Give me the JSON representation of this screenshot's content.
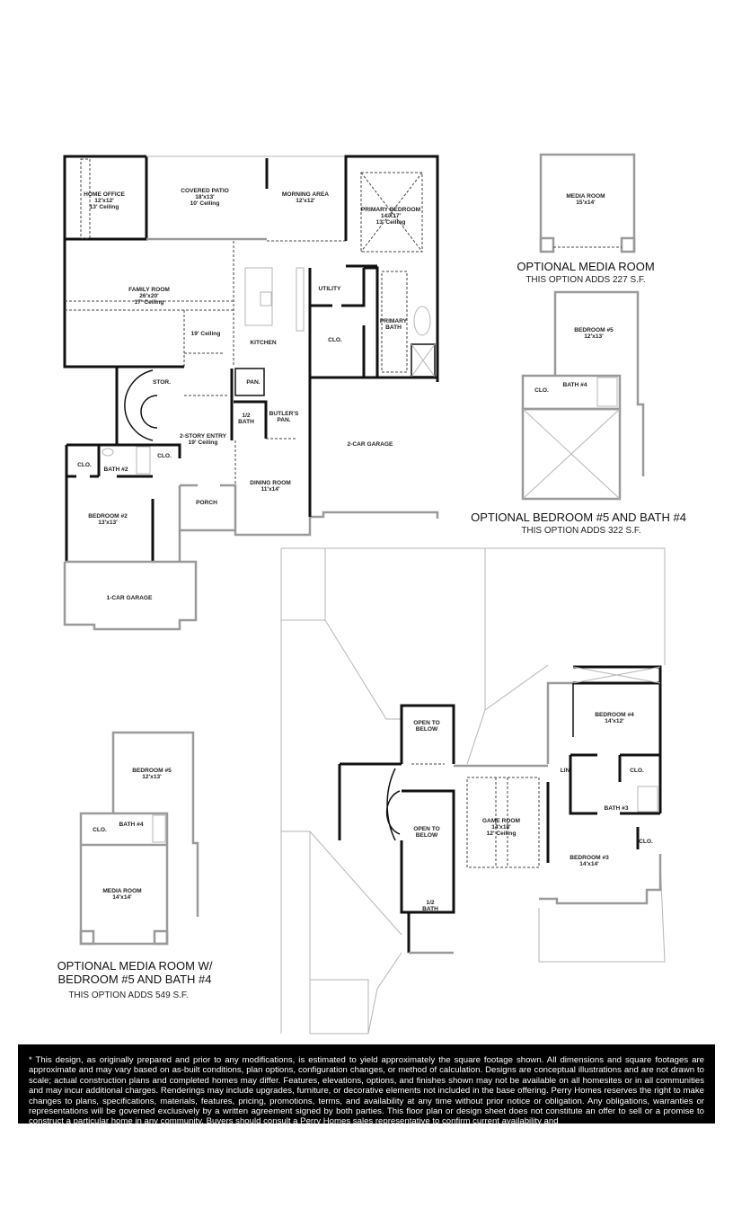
{
  "main_floor": {
    "rooms": {
      "home_office": {
        "name": "HOME OFFICE",
        "size": "12'x12'",
        "ceiling": "13' Ceiling"
      },
      "covered_patio": {
        "name": "COVERED PATIO",
        "size": "18'x13'",
        "ceiling": "10' Ceiling"
      },
      "morning_area": {
        "name": "MORNING AREA",
        "size": "12'x12'"
      },
      "primary_bedroom": {
        "name": "PRIMARY BEDROOM",
        "size": "14'X17'",
        "ceiling": "13' Ceiling"
      },
      "family_room": {
        "name": "FAMILY ROOM",
        "size": "26'x20'",
        "ceiling": "17' Ceiling"
      },
      "ceiling_19": {
        "ceiling": "19' Ceiling"
      },
      "kitchen": {
        "name": "KITCHEN"
      },
      "utility": {
        "name": "UTILITY"
      },
      "closet_primary": {
        "name": "CLO."
      },
      "primary_bath": {
        "name1": "PRIMARY",
        "name2": "BATH"
      },
      "storage": {
        "name": "STOR."
      },
      "pantry": {
        "name": "PAN."
      },
      "half_bath": {
        "name1": "1/2",
        "name2": "BATH"
      },
      "butlers_pantry": {
        "name1": "BUTLER'S",
        "name2": "PAN."
      },
      "entry": {
        "name": "2-STORY ENTRY",
        "ceiling": "19' Ceiling"
      },
      "two_car_garage": {
        "name": "2-CAR GARAGE"
      },
      "closet_bed2": {
        "name": "CLO."
      },
      "bath2": {
        "name": "BATH #2"
      },
      "closet_entry": {
        "name": "CLO."
      },
      "bedroom2": {
        "name": "BEDROOM #2",
        "size": "13'x13'"
      },
      "porch": {
        "name": "PORCH"
      },
      "dining_room": {
        "name": "DINING ROOM",
        "size": "11'x14'"
      },
      "one_car_garage": {
        "name": "1-CAR GARAGE"
      }
    }
  },
  "upper_floor": {
    "rooms": {
      "open_to_below_1": {
        "line1": "OPEN TO",
        "line2": "BELOW"
      },
      "open_to_below_2": {
        "line1": "OPEN TO",
        "line2": "BELOW"
      },
      "game_room": {
        "name": "GAME ROOM",
        "size": "14'x18'",
        "ceiling": "12' Ceiling"
      },
      "bedroom4": {
        "name": "BEDROOM #4",
        "size": "14'x12'"
      },
      "linen": {
        "name": "LIN."
      },
      "closet_bed4": {
        "name": "CLO."
      },
      "bath3": {
        "name": "BATH #3"
      },
      "closet_bed3": {
        "name": "CLO."
      },
      "bedroom3": {
        "name": "BEDROOM #3",
        "size": "14'x14'"
      },
      "half_bath": {
        "name1": "1/2",
        "name2": "BATH"
      }
    }
  },
  "options": {
    "media_room": {
      "room": {
        "name": "MEDIA ROOM",
        "size": "15'x14'"
      },
      "title": "OPTIONAL MEDIA ROOM",
      "adds": "THIS OPTION ADDS 227 S.F."
    },
    "bedroom5_bath4": {
      "bedroom": {
        "name": "BEDROOM #5",
        "size": "12'x13'"
      },
      "closet": "CLO.",
      "bath": "BATH #4",
      "title": "OPTIONAL BEDROOM #5 AND BATH #4",
      "adds": "THIS OPTION ADDS 322 S.F."
    },
    "media_bedroom5_bath4": {
      "bedroom": {
        "name": "BEDROOM #5",
        "size": "12'x13'"
      },
      "closet": "CLO.",
      "bath": "BATH #4",
      "media": {
        "name": "MEDIA ROOM",
        "size": "14'x14'"
      },
      "title1": "OPTIONAL MEDIA ROOM W/",
      "title2": "BEDROOM #5 AND BATH #4",
      "adds": "THIS OPTION ADDS 549 S.F."
    }
  },
  "disclaimer": "* This design, as originally prepared and prior to any modifications, is estimated to yield approximately the square footage shown. All dimensions and square footages are approximate and may vary based on as-built conditions, plan options, configuration changes, or method of calculation. Designs are conceptual illustrations and are not drawn to scale; actual construction plans and completed homes may differ. Features, elevations, options, and finishes shown may not be available on all homesites or in all communities and may incur additional charges. Renderings may include upgrades, furniture, or decorative elements not included in the base offering. Perry Homes reserves the right to make changes to plans, specifications, materials, features, pricing, promotions, terms, and availability at any time without prior notice or obligation. Any obligations, warranties or representations will be governed exclusively by a written agreement signed by both parties. This floor plan or design sheet does not constitute an offer to sell or a promise to construct a particular home in any community. Buyers should consult a Perry Homes sales representative to confirm current availability and",
  "colors": {
    "walls": "#111111",
    "option_walls": "#9a9a9a",
    "disclaimer_bg": "#000000",
    "disclaimer_text": "#ffffff"
  }
}
